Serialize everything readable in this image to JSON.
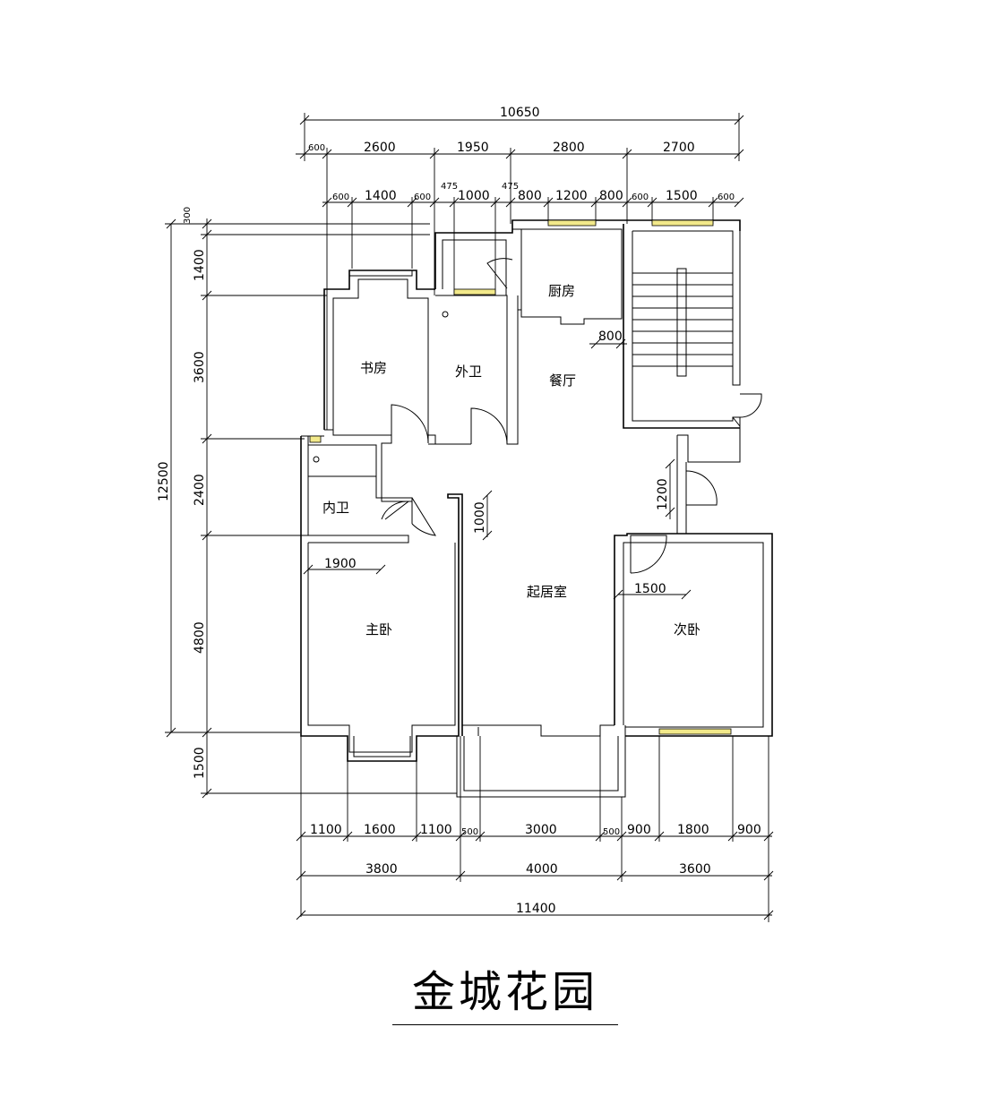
{
  "title": "金城花园",
  "rooms": {
    "study": "书房",
    "outer_bath": "外卫",
    "kitchen": "厨房",
    "dining": "餐厅",
    "inner_bath": "内卫",
    "living": "起居室",
    "master_bedroom": "主卧",
    "second_bedroom": "次卧"
  },
  "dims": {
    "top_total": "10650",
    "top_mid": [
      "600",
      "2600",
      "1950",
      "2800",
      "2700"
    ],
    "top_detail": [
      "600",
      "1400",
      "600",
      "475",
      "1000",
      "475",
      "800",
      "1200",
      "800",
      "600",
      "1500",
      "600"
    ],
    "left_total": "12500",
    "left_parts": [
      "300",
      "1400",
      "3600",
      "2400",
      "4800",
      "1500"
    ],
    "bottom_detail": [
      "1100",
      "1600",
      "1100",
      "500",
      "3000",
      "500",
      "900",
      "1800",
      "900"
    ],
    "bottom_mid": [
      "3800",
      "4000",
      "3600"
    ],
    "bottom_total": "11400",
    "interior": {
      "d800": "800",
      "d1200": "1200",
      "d1000": "1000",
      "d1900": "1900",
      "d1500": "1500"
    }
  },
  "colors": {
    "window": "#f2e98a",
    "line": "#000000"
  }
}
